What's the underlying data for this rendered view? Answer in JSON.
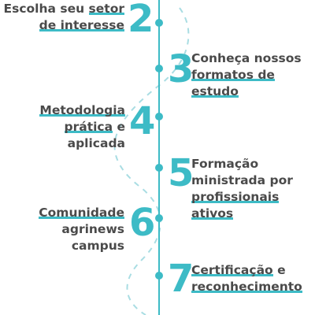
{
  "colors": {
    "accent": "#3dbbc6",
    "text": "#4a4a4a",
    "dashed_curve": "#a9dde3",
    "background": "#ffffff"
  },
  "steps": [
    {
      "number": "2",
      "side": "left",
      "lines": [
        [
          {
            "t": "Escolha seu "
          },
          {
            "t": "setor",
            "hl": true
          }
        ],
        [
          {
            "t": "de interesse",
            "hl": true
          }
        ]
      ]
    },
    {
      "number": "3",
      "side": "right",
      "lines": [
        [
          {
            "t": "Conheça nossos"
          }
        ],
        [
          {
            "t": "formatos de",
            "hl": true
          }
        ],
        [
          {
            "t": "estudo",
            "hl": true
          }
        ]
      ]
    },
    {
      "number": "4",
      "side": "left",
      "lines": [
        [
          {
            "t": "Metodologia",
            "hl": true
          }
        ],
        [
          {
            "t": "prática",
            "hl": true
          },
          {
            "t": " e"
          }
        ],
        [
          {
            "t": "aplicada"
          }
        ]
      ]
    },
    {
      "number": "5",
      "side": "right",
      "lines": [
        [
          {
            "t": "Formação"
          }
        ],
        [
          {
            "t": "ministrada por"
          }
        ],
        [
          {
            "t": "profissionais",
            "hl": true
          }
        ],
        [
          {
            "t": "ativos",
            "hl": true
          }
        ]
      ]
    },
    {
      "number": "6",
      "side": "left",
      "lines": [
        [
          {
            "t": "Comunidade",
            "hl": true
          }
        ],
        [
          {
            "t": "agrinews"
          }
        ],
        [
          {
            "t": "campus"
          }
        ]
      ]
    },
    {
      "number": "7",
      "side": "right",
      "lines": [
        [
          {
            "t": "Certificação",
            "hl": true
          },
          {
            "t": " e"
          }
        ],
        [
          {
            "t": "reconhecimento",
            "hl": true
          }
        ]
      ]
    }
  ]
}
